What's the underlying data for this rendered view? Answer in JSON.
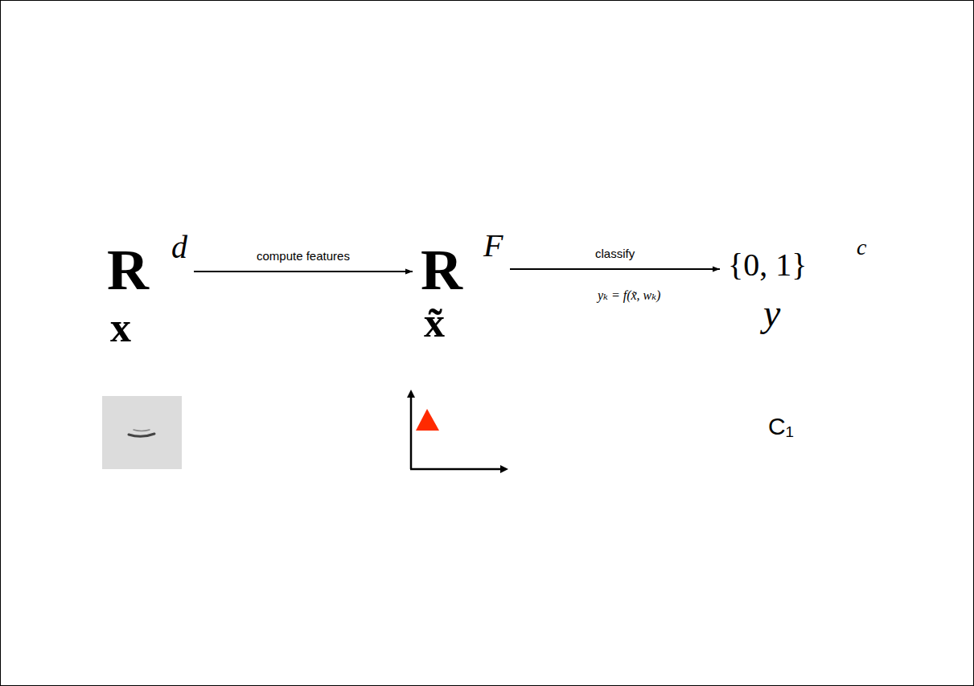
{
  "diagram": {
    "nodes": [
      {
        "text": [
          "R",
          "d",
          "x"
        ]
      },
      {
        "text": [
          "R",
          "F",
          "x̃"
        ]
      },
      {
        "text": [
          "{0, 1}",
          "c",
          "y"
        ]
      }
    ],
    "edges": [
      {
        "from": 0,
        "to": 1,
        "arrow": "to",
        "label": "compute features"
      },
      {
        "from": 1,
        "to": 2,
        "arrow": "to",
        "label": "classify"
      }
    ],
    "labels": [
      "yₖ = f(x̃, wₖ)",
      "C₁"
    ]
  }
}
